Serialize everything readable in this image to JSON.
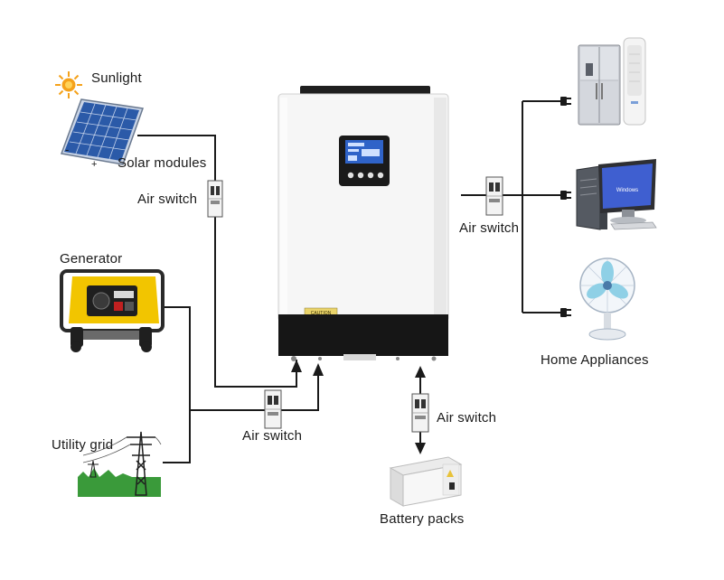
{
  "labels": {
    "sunlight": "Sunlight",
    "solar_modules": "Solar modules",
    "solar_minus": "-",
    "solar_plus": "+",
    "generator": "Generator",
    "utility_grid": "Utility grid",
    "air_switch_solar": "Air switch",
    "air_switch_input": "Air switch",
    "air_switch_output": "Air switch",
    "air_switch_battery": "Air switch",
    "battery_packs": "Battery packs",
    "home_appliances": "Home Appliances"
  },
  "inverter": {
    "caution_text": "CAUTION"
  },
  "appliances": {
    "pc_screen_text": "Windows"
  },
  "colors": {
    "wire": "#1a1a1a",
    "inverter_body": "#f6f6f6",
    "inverter_base": "#161616",
    "lcd_screen": "#2f63c8",
    "sun": "#f5a21b",
    "solar_cell": "#2b5aa8",
    "generator_yellow": "#f2c500",
    "grid_green": "#3a9a3a",
    "pc_screen": "#3f5fd0",
    "caution_label": "#e9d36a"
  }
}
